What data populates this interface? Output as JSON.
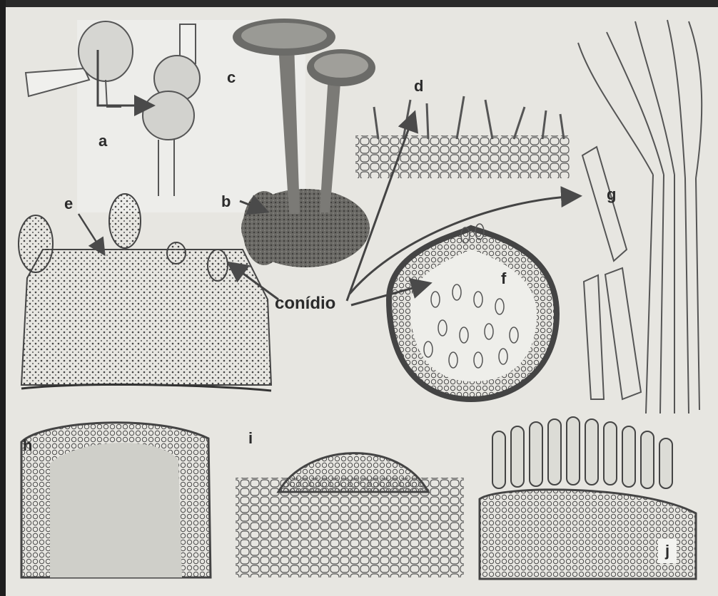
{
  "labels": {
    "a": "a",
    "b": "b",
    "c": "c",
    "d": "d",
    "e": "e",
    "f": "f",
    "g": "g",
    "h": "h",
    "i": "i",
    "j": "j",
    "conidio": "conídio"
  },
  "colors": {
    "ink": "#3a3a3a",
    "arrow": "#4a4a4a",
    "paper": "#e7e6e1",
    "cup": "#6b6b68",
    "base": "#5a5955"
  }
}
